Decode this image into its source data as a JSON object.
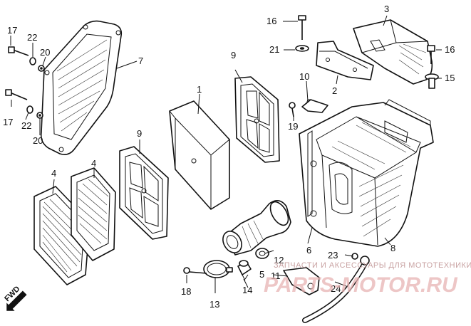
{
  "callouts": {
    "c1": "1",
    "c2": "2",
    "c3": "3",
    "c4a": "4",
    "c4b": "4",
    "c5": "5",
    "c6": "6",
    "c7": "7",
    "c8": "8",
    "c9a": "9",
    "c9b": "9",
    "c10": "10",
    "c11": "11",
    "c12": "12",
    "c13": "13",
    "c14": "14",
    "c15": "15",
    "c16a": "16",
    "c16b": "16",
    "c17a": "17",
    "c17b": "17",
    "c18": "18",
    "c19": "19",
    "c20a": "20",
    "c20b": "20",
    "c21": "21",
    "c22a": "22",
    "c22b": "22",
    "c23": "23",
    "c24": "24"
  },
  "fwd_label": "FWD",
  "watermark": {
    "small": "ЗАПЧАСТИ И АКСЕССУАРЫ ДЛЯ МОТОТЕХНИКИ",
    "big": "PARTS-MOTOR.RU"
  },
  "colors": {
    "ink": "#111111",
    "watermark": "#e8b3b3"
  }
}
